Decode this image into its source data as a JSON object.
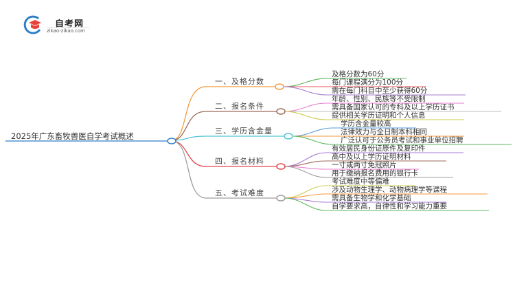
{
  "logo": {
    "title": "自考网",
    "subtitle": "zikao-zikao.com",
    "icon": "graduation-cap-icon",
    "colors": {
      "cap": "#e8423a",
      "ring": "#2e7fc8"
    }
  },
  "mindmap": {
    "root": "2025年广东畜牧兽医自学考试概述",
    "branches": [
      {
        "label": "一、及格分数",
        "color": "#f39a3c",
        "children": [
          {
            "text": "及格分数为60分",
            "color": "#5cb85c"
          },
          {
            "text": "每门课程满分为100分",
            "color": "#e8575a"
          },
          {
            "text": "需在每门科目中至少获得60分",
            "color": "#a77bd4"
          }
        ]
      },
      {
        "label": "二、报名条件",
        "color": "#9c6b5a",
        "children": [
          {
            "text": "年龄、性别、民族等不受限制",
            "color": "#e77fd0"
          },
          {
            "text": "需具备国家认可的专科及以上学历证书",
            "color": "#bdbdbd"
          },
          {
            "text": "提供相关学历证明和个人信息",
            "color": "#c9cc4a"
          }
        ]
      },
      {
        "label": "三、学历含金量",
        "color": "#4fc6d6",
        "children": [
          {
            "text": "学历含金量较高",
            "color": "#5a9bd4"
          },
          {
            "text": "法律效力与全日制本科相同",
            "color": "#f39a3c"
          },
          {
            "text": "广泛认可于公务员考试和事业单位招聘",
            "color": "#5cb85c"
          }
        ]
      },
      {
        "label": "四、报名材料",
        "color": "#e0454a",
        "children": [
          {
            "text": "有效居民身份证原件及复印件",
            "color": "#a77bd4"
          },
          {
            "text": "高中及以上学历证明材料",
            "color": "#9c6b5a"
          },
          {
            "text": "一寸或两寸免冠照片",
            "color": "#e77fd0"
          },
          {
            "text": "用于缴纳报名费用的银行卡",
            "color": "#9e9e9e"
          }
        ]
      },
      {
        "label": "五、考试难度",
        "color": "#9e9e9e",
        "children": [
          {
            "text": "考试难度中等偏难",
            "color": "#c9cc4a"
          },
          {
            "text": "涉及动物生理学、动物病理学等课程",
            "color": "#f39a3c"
          },
          {
            "text": "需具备生物学和化学基础",
            "color": "#a77bd4"
          },
          {
            "text": "自学要求高，自律性和学习能力重要",
            "color": "#5cb85c"
          }
        ]
      }
    ],
    "root_color": "#2e7fc8"
  }
}
